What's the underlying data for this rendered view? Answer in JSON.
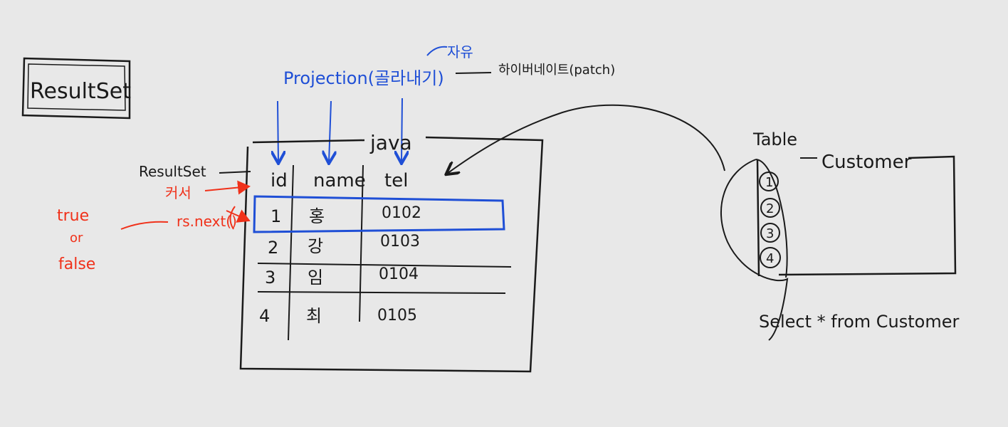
{
  "title": "ResultSet",
  "projection": {
    "label": "Projection(골라내기)",
    "note": "자유",
    "hibernate": "하이버네이트(patch)"
  },
  "resultset_label": "ResultSet",
  "java_label": "java",
  "cursor": {
    "label": "커서",
    "next": "rs.next()",
    "true": "true",
    "or": "or",
    "false": "false"
  },
  "columns": [
    "id",
    "name",
    "tel"
  ],
  "rows": [
    [
      "1",
      "홍",
      "0102"
    ],
    [
      "2",
      "강",
      "0103"
    ],
    [
      "3",
      "임",
      "0104"
    ],
    [
      "4",
      "최",
      "0105"
    ]
  ],
  "table": {
    "label": "Table",
    "name": "Customer",
    "records": [
      "①",
      "②",
      "③",
      "④"
    ],
    "query": "Select * from Customer"
  },
  "colors": {
    "black": "#1a1a1a",
    "blue": "#1f4fd6",
    "red": "#f0311a",
    "background": "#e8e8e8"
  }
}
